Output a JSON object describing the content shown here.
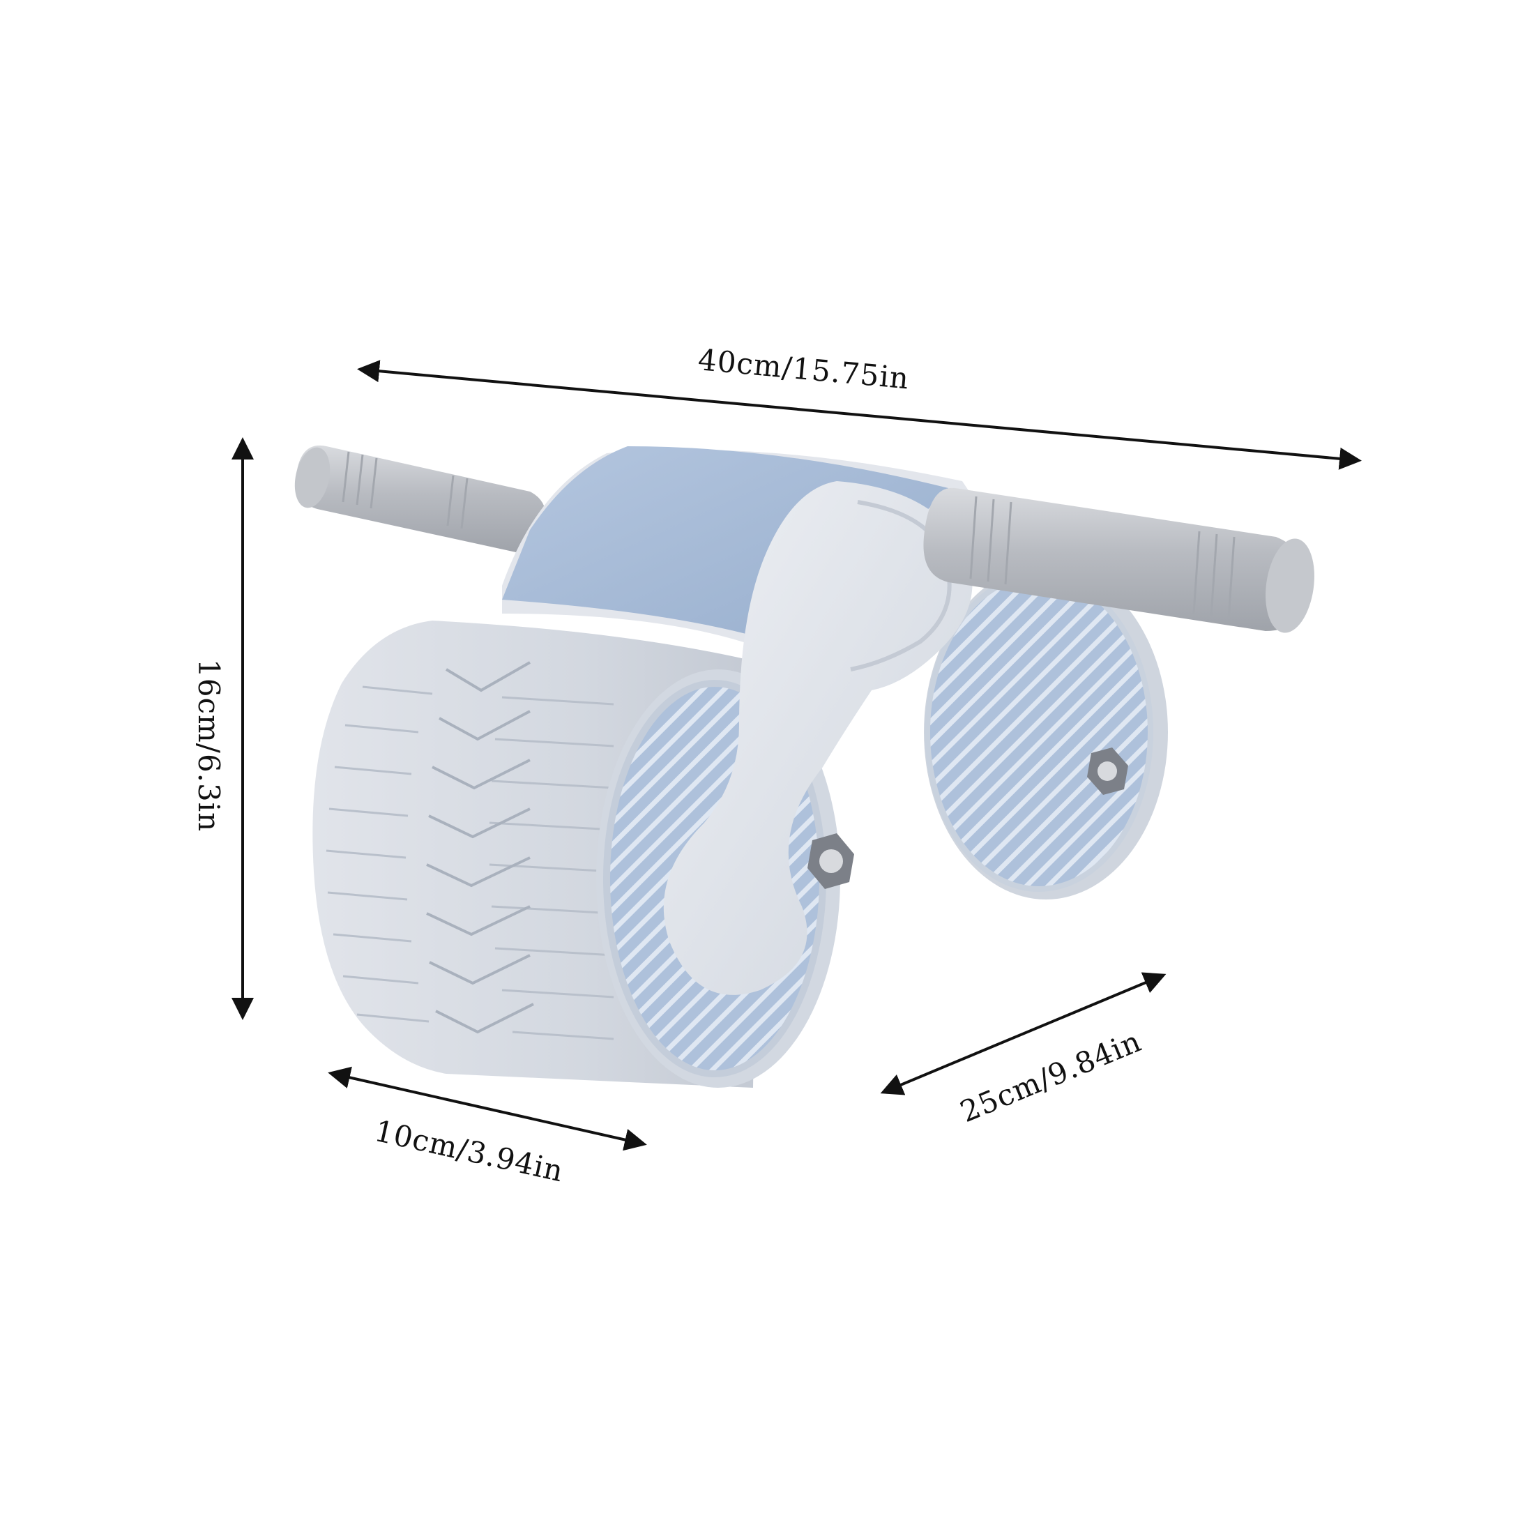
{
  "dimensions": {
    "length": "40cm/15.75in",
    "height": "16cm/6.3in",
    "wheel_width": "10cm/3.94in",
    "depth": "25cm/9.84in"
  },
  "colors": {
    "background": "#ffffff",
    "body": "#dfe3ea",
    "body_shade": "#c6ccd6",
    "handle": "#b9bcc2",
    "handle_light": "#d7d9dd",
    "accent_blue": "#a9bdd8",
    "accent_blue_dark": "#8ea6c7",
    "arrow": "#111111"
  },
  "icons": {
    "product": "ab-roller-wheel-icon",
    "arrows": "double-headed-arrow-icon"
  }
}
